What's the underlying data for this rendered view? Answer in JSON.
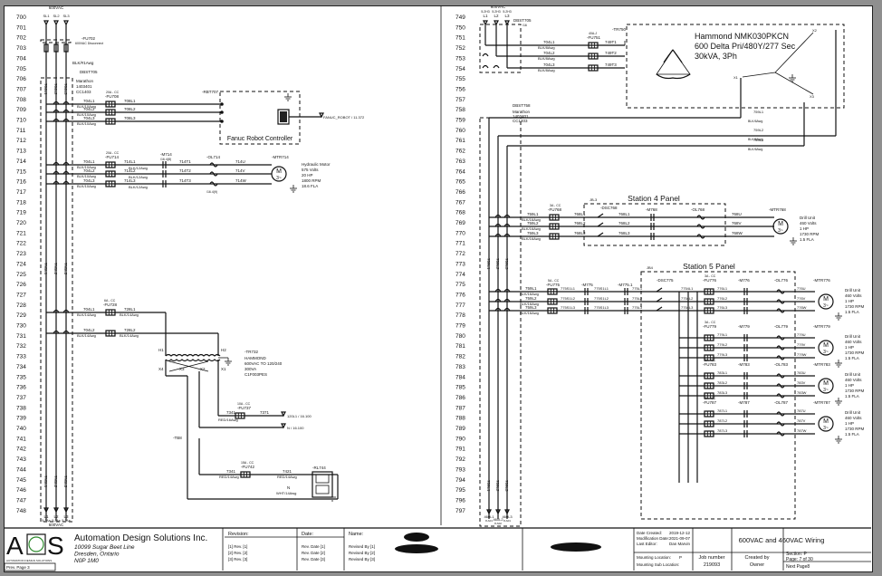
{
  "left_rungs": [
    "700",
    "701",
    "702",
    "703",
    "704",
    "705",
    "706",
    "707",
    "708",
    "709",
    "710",
    "711",
    "712",
    "713",
    "714",
    "715",
    "716",
    "717",
    "718",
    "719",
    "720",
    "721",
    "722",
    "723",
    "724",
    "725",
    "726",
    "727",
    "728",
    "729",
    "730",
    "731",
    "732",
    "733",
    "734",
    "735",
    "736",
    "737",
    "738",
    "739",
    "740",
    "741",
    "742",
    "743",
    "744",
    "745",
    "746",
    "747",
    "748"
  ],
  "right_rungs": [
    "749",
    "750",
    "751",
    "752",
    "753",
    "754",
    "755",
    "756",
    "757",
    "758",
    "759",
    "760",
    "761",
    "762",
    "763",
    "764",
    "765",
    "766",
    "767",
    "768",
    "769",
    "770",
    "771",
    "772",
    "773",
    "774",
    "775",
    "776",
    "777",
    "778",
    "779",
    "780",
    "781",
    "782",
    "783",
    "784",
    "785",
    "786",
    "787",
    "788",
    "789",
    "790",
    "791",
    "792",
    "793",
    "794",
    "795",
    "796",
    "797"
  ],
  "left": {
    "supply_label": "600VAC",
    "supply_lines": [
      "SL1",
      "SL2",
      "SL3"
    ],
    "disconnect": {
      "tag": "-FU702",
      "desc": "600VAC Disconnect"
    },
    "wire_spec": "BLK/#1Awg",
    "bus_labels": [
      "704L1",
      "704L2",
      "704L3"
    ],
    "dist_block": {
      "tag": "DBST705",
      "lines": [
        "Marathon",
        "1403401",
        "CC1403"
      ]
    },
    "robot": {
      "fuse_tag": "-FU708",
      "fuse_rating": "20A - CC",
      "in_wires": [
        "704L1",
        "704L2",
        "704L3"
      ],
      "wire_gauge": "BLK/10Awg",
      "out_wires": [
        "708L1",
        "708L2",
        "708L3"
      ],
      "cabinet_tag": "-RBT707",
      "cabinet_label": "Fanuc Robot Controller",
      "output_ref": "FANUC_ROBOT / 11.372"
    },
    "hydraulic": {
      "fuse_tag": "-FU714",
      "fuse_rating": "20A - CC",
      "in_wires": [
        "704L1",
        "704L2",
        "704L3"
      ],
      "wire_gauge": "BLK/10Awg",
      "mid_wires": [
        "714L1",
        "714L2",
        "714L3"
      ],
      "mid_gauge": "BLK/12Awg",
      "contactor": "-M714",
      "contactor_ref": "/16.4(8)",
      "t_wires": [
        "714T1",
        "714T2",
        "714T3"
      ],
      "overload": "-OL714",
      "overload_ref": "/16.4(9)",
      "motor_wires": [
        "714U",
        "714V",
        "714W"
      ],
      "motor_tag": "-MTR714",
      "motor_info": [
        "Hydraulic Motor",
        "575 Volts",
        "20 HP",
        "1800 RPM",
        "18.6 FLA"
      ]
    },
    "transformer": {
      "fuse_tag": "-FU728",
      "fuse_rating": "6A - CC",
      "in_wires": [
        "704L1",
        "704L2"
      ],
      "wire_gauge": "BLK/14Awg",
      "out_wires": [
        "728L1",
        "728L2"
      ],
      "tag": "-TR732",
      "info": [
        "HAMMOND",
        "600VAC TO 120/240",
        "300VA",
        "C1F003PES"
      ],
      "terminals": {
        "h1": "H1",
        "h2": "H2",
        "x4": "X4",
        "x3": "X3",
        "x2": "X2",
        "x1": "X1"
      },
      "sec_fuse_tag": "-FU737",
      "sec_fuse_rating": "10A - CC",
      "sec_wire_in": "7341",
      "sec_wire_gauge": "RED/16Awg",
      "sec_wire_out": "7371",
      "ref_120": "120L1 / 16.100",
      "ref_n": "N / 16.100",
      "tb_tag": "-TB8",
      "recept_fuse_tag": "-FU742",
      "recept_fuse_rating": "15A - CC",
      "recept_wire_in": "7341",
      "recept_wire_in_gauge": "RED/14Awg",
      "recept_wire_out": "7421",
      "recept_wire_out_gauge": "RED/14Awg",
      "neutral": "N",
      "neutral_gauge": "WHT/14Awg",
      "receptacle_tag": "-RL744"
    },
    "bottom_bus": [
      "7N1L1",
      "7N1L2",
      "7N1L3"
    ],
    "bottom_lines": [
      {
        "name": "L1",
        "ref": "5.2Aa"
      },
      {
        "name": "L2",
        "ref": "5.2Aa"
      },
      {
        "name": "L3",
        "ref": "5.2Aa"
      }
    ],
    "bottom_label": "600VAC"
  },
  "right": {
    "supply_label": "600VAC",
    "supply_refs": [
      "5.2H3",
      "5.2H3",
      "5.2H3"
    ],
    "supply_lines": [
      "L1",
      "L2",
      "L3"
    ],
    "dist_block_top": {
      "tag": "DBST705",
      "sub": "/16"
    },
    "xfmr_feed": {
      "wires": [
        "704L1",
        "704L2",
        "704L3"
      ],
      "gauge": "BLK/8Awg",
      "fuse_tag": "-FU751",
      "fuse_rating": "40A-J",
      "out_wires": [
        "749T1",
        "749T2",
        "749T3"
      ]
    },
    "xfmr": {
      "tag": "-TR750",
      "title_lines": [
        "Hammond NMK030PKCN",
        "600 Delta Pri/480Y/277 Sec",
        "30kVA, 3Ph"
      ],
      "terminals": [
        "X1",
        "X2",
        "X3",
        "H1",
        "H2",
        "H3"
      ]
    },
    "sec_wires": [
      {
        "id": "759L1",
        "gauge": "BLK/6Awg"
      },
      {
        "id": "759L2",
        "gauge": "BLK/6Awg"
      },
      {
        "id": "759L3",
        "gauge": "BLK/6Awg"
      }
    ],
    "dist_block": {
      "tag": "DBST758",
      "lines": [
        "Marathon",
        "1403401",
        "CC1403"
      ]
    },
    "station4": {
      "title": "Station 4 Panel",
      "jb": "JB-3",
      "fuse_tag": "-FU768",
      "fuse_rating": "3A - CC",
      "in_wires": [
        "759L1",
        "759L2",
        "759L3"
      ],
      "gauge": "BLK/16Awg",
      "disc": "-DSC768",
      "mid_wires": [
        "768L1",
        "768L2",
        "768L3"
      ],
      "contactor": "-M768",
      "overload": "-OL768",
      "motor_wires": [
        "768U",
        "768V",
        "768W"
      ],
      "motor_tag": "-MTR768",
      "motor_info": [
        "Drill Unit",
        "460 Volts",
        "1 HP",
        "1730 RPM",
        "1.5 FLA"
      ]
    },
    "station5": {
      "title": "Station 5 Panel",
      "jb": "JB4",
      "fuse_tag": "-FU775",
      "fuse_rating": "5A - CC",
      "in_wires": [
        "759L1",
        "759L2",
        "759L3"
      ],
      "gauge": "BLK/16Awg",
      "m1": "-M775",
      "m2": "-M775.1",
      "w1": [
        "775S1L1",
        "775S1L2",
        "775S1L3"
      ],
      "w2": [
        "775S1L1",
        "775S1L2",
        "775S1L3"
      ],
      "w3": [
        "775L1",
        "775L2",
        "775L3"
      ],
      "disc": "-DSC775",
      "branch_wires": [
        "7754L1",
        "7754L2",
        "7754L3"
      ],
      "units": [
        {
          "fuse": "-FU776",
          "rating": "3A - CC",
          "contactor": "-M776",
          "overload": "-OL776",
          "wires": [
            "776L1",
            "776L2",
            "776L3"
          ],
          "motor_wires": [
            "776U",
            "776V",
            "776W"
          ],
          "motor": "-MTR776",
          "info": [
            "Drill Unit",
            "460 Volts",
            "1 HP",
            "1730 RPM",
            "1.5 FLA"
          ]
        },
        {
          "fuse": "-FU779",
          "rating": "3A - CC",
          "contactor": "-M779",
          "overload": "-OL779",
          "wires": [
            "779L1",
            "779L2",
            "779L3"
          ],
          "motor_wires": [
            "779U",
            "779V",
            "779W"
          ],
          "motor": "-MTR779",
          "info": [
            "Drill Unit",
            "460 Volts",
            "1 HP",
            "1730 RPM",
            "1.5 FLA"
          ]
        },
        {
          "fuse": "-FU783",
          "rating": "3A - CC",
          "contactor": "-M783",
          "overload": "-OL783",
          "wires": [
            "783L1",
            "783L2",
            "783L3"
          ],
          "motor_wires": [
            "783U",
            "783V",
            "783W"
          ],
          "motor": "-MTR783",
          "info": [
            "Drill Unit",
            "460 Volts",
            "1 HP",
            "1730 RPM",
            "1.5 FLA"
          ]
        },
        {
          "fuse": "-FU787",
          "rating": "3A - CC",
          "contactor": "-M787",
          "overload": "-OL787",
          "wires": [
            "787L1",
            "787L2",
            "787L3"
          ],
          "motor_wires": [
            "787U",
            "787V",
            "787W"
          ],
          "motor": "-MTR787",
          "info": [
            "Drill Unit",
            "460 Volts",
            "1 HP",
            "1730 RPM",
            "1.5 FLA"
          ]
        }
      ]
    },
    "bottom_bus": [
      "759L1",
      "759L2",
      "759L3"
    ],
    "bottom_out": [
      {
        "name": "460L1",
        "ref": "8.A01"
      },
      {
        "name": "460L2",
        "ref": "8.A02"
      },
      {
        "name": "460L3",
        "ref": "8.A01"
      }
    ]
  },
  "title_block": {
    "company": "Automation Design Solutions Inc.",
    "address": [
      "10099 Sugar Beet Line",
      "Dresden, Ontario",
      "N0P 1M0"
    ],
    "logo_text": "ADS",
    "logo_sub": "AUTOMATION DESIGN SOLUTIONS",
    "prev_page": "Prev. Page 3",
    "revision_header": "Revision:",
    "date_header": "Date:",
    "name_header": "Name:",
    "revisions": [
      {
        "rev": "[1]  Rev. [1]",
        "date": "Rev. Date [1]",
        "name": "Revised By [1]"
      },
      {
        "rev": "[2]  Rev. [2]",
        "date": "Rev. Date [2]",
        "name": "Revised By [2]"
      },
      {
        "rev": "[3]  Rev. [3]",
        "date": "Rev. Date [3]",
        "name": "Revised By [3]"
      }
    ],
    "date_created_label": "Date Created:",
    "date_created": "2019-12-12",
    "mod_date_label": "Modification Date:",
    "mod_date": "2021-09-07",
    "last_editor_label": "Last Editor:",
    "last_editor": "Dan Marvin",
    "mount_loc_label": "Mounting Location:",
    "mount_loc": "P",
    "mount_sub_label": "Mounting Sub Location:",
    "drawing_title": "600VAC and 460VAC Wiring",
    "job_label": "Job number",
    "job": "219093",
    "created_label": "Created by",
    "created": "Owner",
    "section": "Section: P",
    "page": "Page: 7   of  30",
    "next_page": "Next Page8"
  }
}
